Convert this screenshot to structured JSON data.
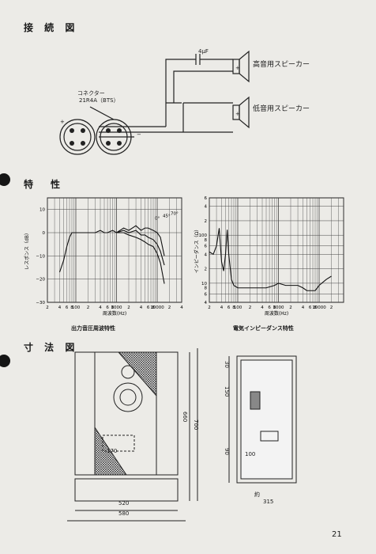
{
  "sections": {
    "wiring": "接 続 図",
    "characteristics": "特　性",
    "dimensions": "寸 法 図"
  },
  "wiring": {
    "capacitor": "4μF",
    "tweeter": "高音用スピーカー",
    "woofer": "低音用スピーカー",
    "connector": "コネクター",
    "connector_model": "21R4A（BTS）",
    "plus": "+",
    "minus": "−"
  },
  "chart_data": [
    {
      "type": "line",
      "title": "出力音圧周波特性",
      "ylabel": "レスポンス（dB）",
      "xlabel": "周波数(Hz)",
      "x_ticks": [
        "2",
        "4",
        "6",
        "8",
        "100",
        "2",
        "4",
        "6",
        "8",
        "1000",
        "2",
        "4",
        "6",
        "8",
        "10000",
        "2",
        "4"
      ],
      "y_ticks": [
        "10",
        "0",
        "−10",
        "−20",
        "−30"
      ],
      "annotations": [
        "0°",
        "45°",
        "70°"
      ],
      "ylim": [
        -30,
        15
      ],
      "series": [
        {
          "x": [
            40,
            50,
            60,
            70,
            80,
            100,
            150,
            200,
            300,
            400,
            500,
            600,
            800,
            1000,
            1500,
            2000,
            3000,
            4000,
            5000,
            6000,
            8000,
            10000,
            12000,
            15000
          ],
          "y": [
            -17,
            -12,
            -6,
            -2,
            0,
            0,
            0,
            0,
            0,
            1,
            0,
            0,
            1,
            0,
            2,
            1,
            3,
            1,
            2,
            2,
            1,
            0,
            -2,
            -10
          ]
        },
        {
          "x": [
            1000,
            1500,
            2000,
            3000,
            4000,
            5000,
            6000,
            8000,
            10000,
            12000,
            15000
          ],
          "y": [
            0,
            1,
            0,
            1,
            -1,
            -1,
            -2,
            -3,
            -5,
            -8,
            -14
          ]
        },
        {
          "x": [
            1000,
            1500,
            2000,
            3000,
            4000,
            5000,
            6000,
            8000,
            10000,
            12000,
            15000
          ],
          "y": [
            0,
            0,
            -1,
            -2,
            -3,
            -4,
            -5,
            -6,
            -9,
            -13,
            -22
          ]
        }
      ]
    },
    {
      "type": "line",
      "title": "電気インピーダンス特性",
      "ylabel": "インピーダンス（Ω）",
      "xlabel": "周波数(Hz)",
      "x_ticks": [
        "2",
        "4",
        "6",
        "8",
        "100",
        "2",
        "4",
        "6",
        "8",
        "1000",
        "2",
        "4",
        "6",
        "8",
        "10000",
        "2"
      ],
      "y_ticks": [
        "6",
        "4",
        "2",
        "100",
        "8",
        "6",
        "4",
        "2",
        "10",
        "8",
        "6",
        "4"
      ],
      "series": [
        {
          "x": [
            20,
            25,
            30,
            35,
            40,
            45,
            50,
            55,
            60,
            70,
            80,
            100,
            150,
            200,
            300,
            500,
            800,
            1000,
            1500,
            2000,
            3000,
            4000,
            5000,
            6000,
            8000,
            10000,
            15000,
            20000
          ],
          "y": [
            45,
            40,
            60,
            140,
            28,
            18,
            40,
            130,
            40,
            12,
            9,
            8,
            8,
            8,
            8,
            8,
            9,
            10,
            9,
            9,
            9,
            8,
            7,
            7,
            7,
            9,
            12,
            14
          ]
        }
      ]
    }
  ],
  "dims": {
    "front_title": "",
    "w_inner": "520",
    "w_outer": "580",
    "h_inner": "660",
    "h_outer": "700",
    "port": "170",
    "side_30": "30",
    "side_150": "150",
    "side_90": "90",
    "side_100": "100",
    "depth": "315",
    "approx": "約"
  },
  "page_number": "21"
}
